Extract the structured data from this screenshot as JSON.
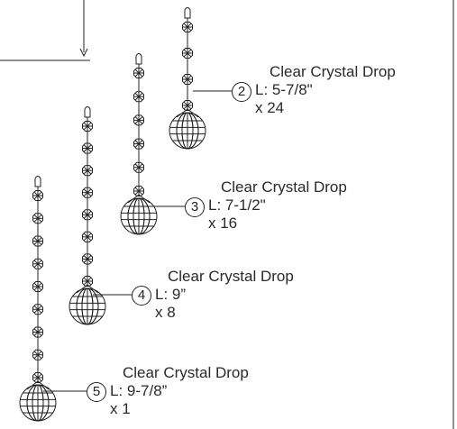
{
  "colors": {
    "line": "#222222",
    "text": "#2a2a2a",
    "background": "#ffffff"
  },
  "items": [
    {
      "number": "2",
      "name": "Clear Crystal Drop",
      "length": "L: 5-7/8\"",
      "quantity": "x 24"
    },
    {
      "number": "3",
      "name": "Clear Crystal Drop",
      "length": "L: 7-1/2\"",
      "quantity": "x 16"
    },
    {
      "number": "4",
      "name": "Clear Crystal Drop",
      "length": "L: 9”",
      "quantity": "x 8"
    },
    {
      "number": "5",
      "name": "Clear Crystal Drop",
      "length": "L: 9-7/8”",
      "quantity": "x 1"
    }
  ]
}
